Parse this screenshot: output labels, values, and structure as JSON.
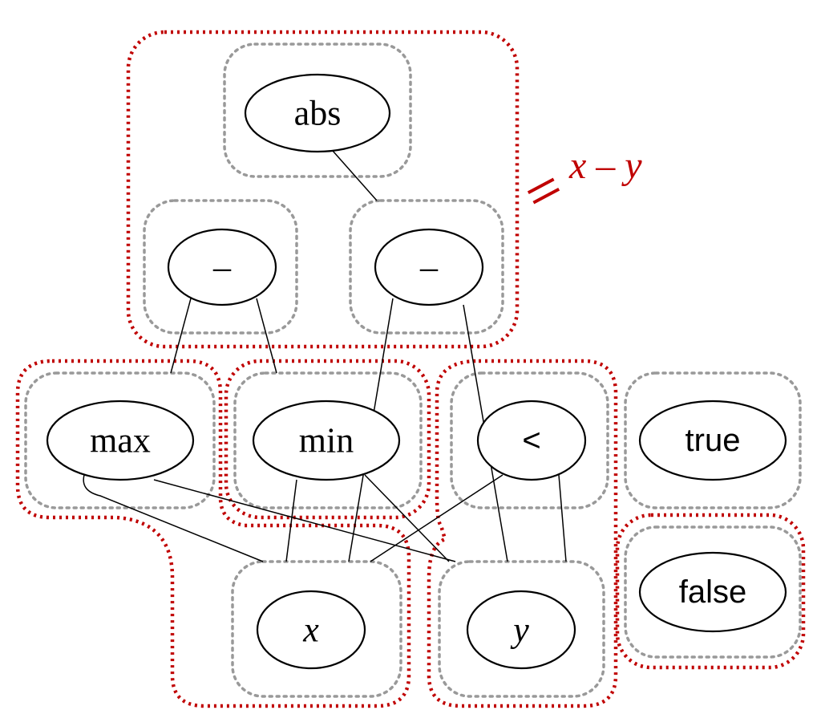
{
  "nodes": {
    "abs": "abs",
    "minus_left": "–",
    "minus_right": "–",
    "max": "max",
    "min": "min",
    "lt": "<",
    "true": "true",
    "false": "false",
    "x": "x",
    "y": "y"
  },
  "annotation": "x – y",
  "colors": {
    "eclass_boundary": "#c00000",
    "enode_boundary": "#999999",
    "node_stroke": "#000000"
  }
}
